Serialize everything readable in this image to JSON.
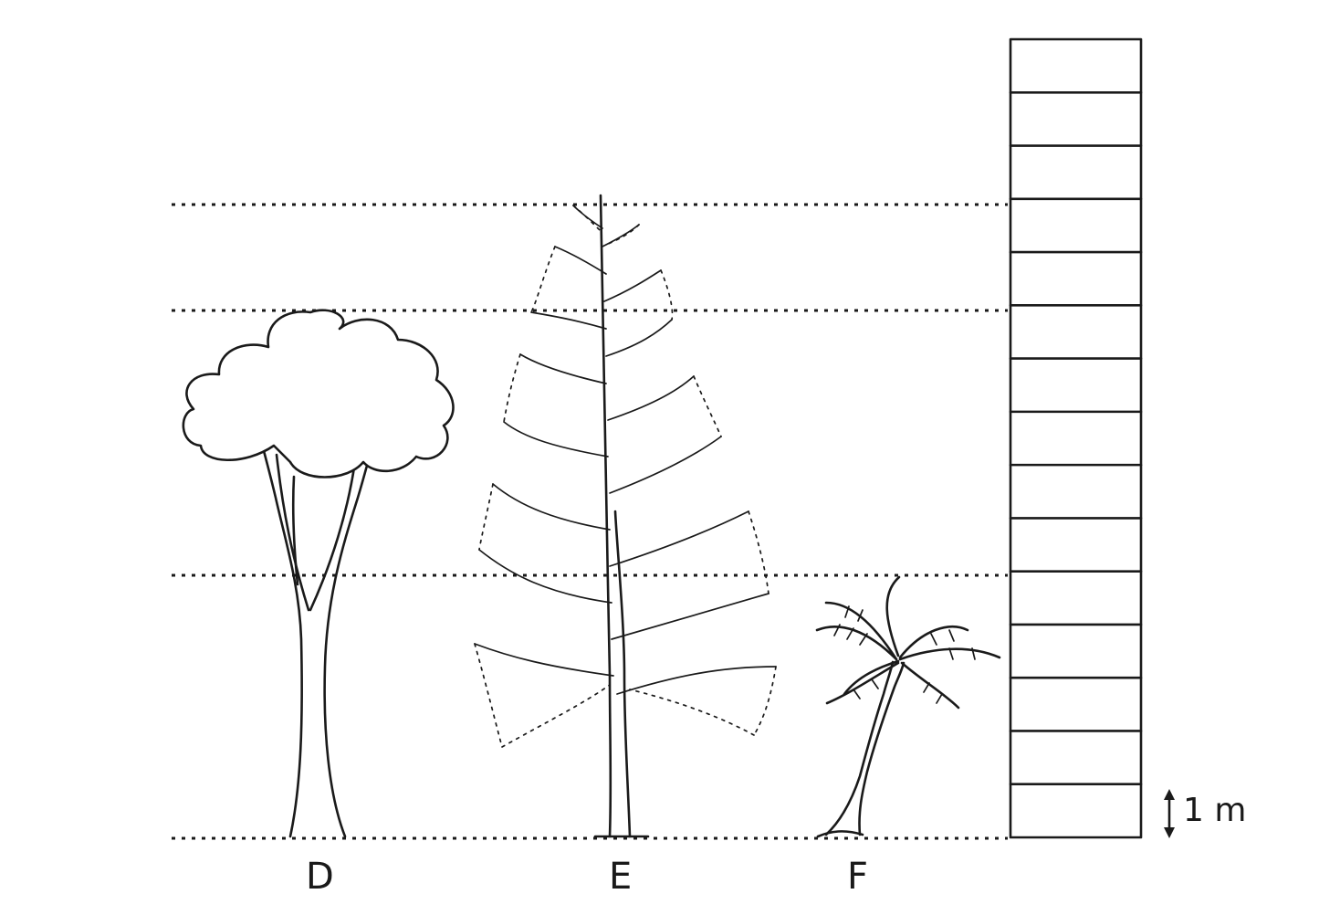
{
  "diagram": {
    "trees": [
      {
        "id": "D",
        "label": "D"
      },
      {
        "id": "E",
        "label": "E"
      },
      {
        "id": "F",
        "label": "F"
      }
    ],
    "scale": {
      "label": "1 m",
      "unit_count": 15
    }
  }
}
